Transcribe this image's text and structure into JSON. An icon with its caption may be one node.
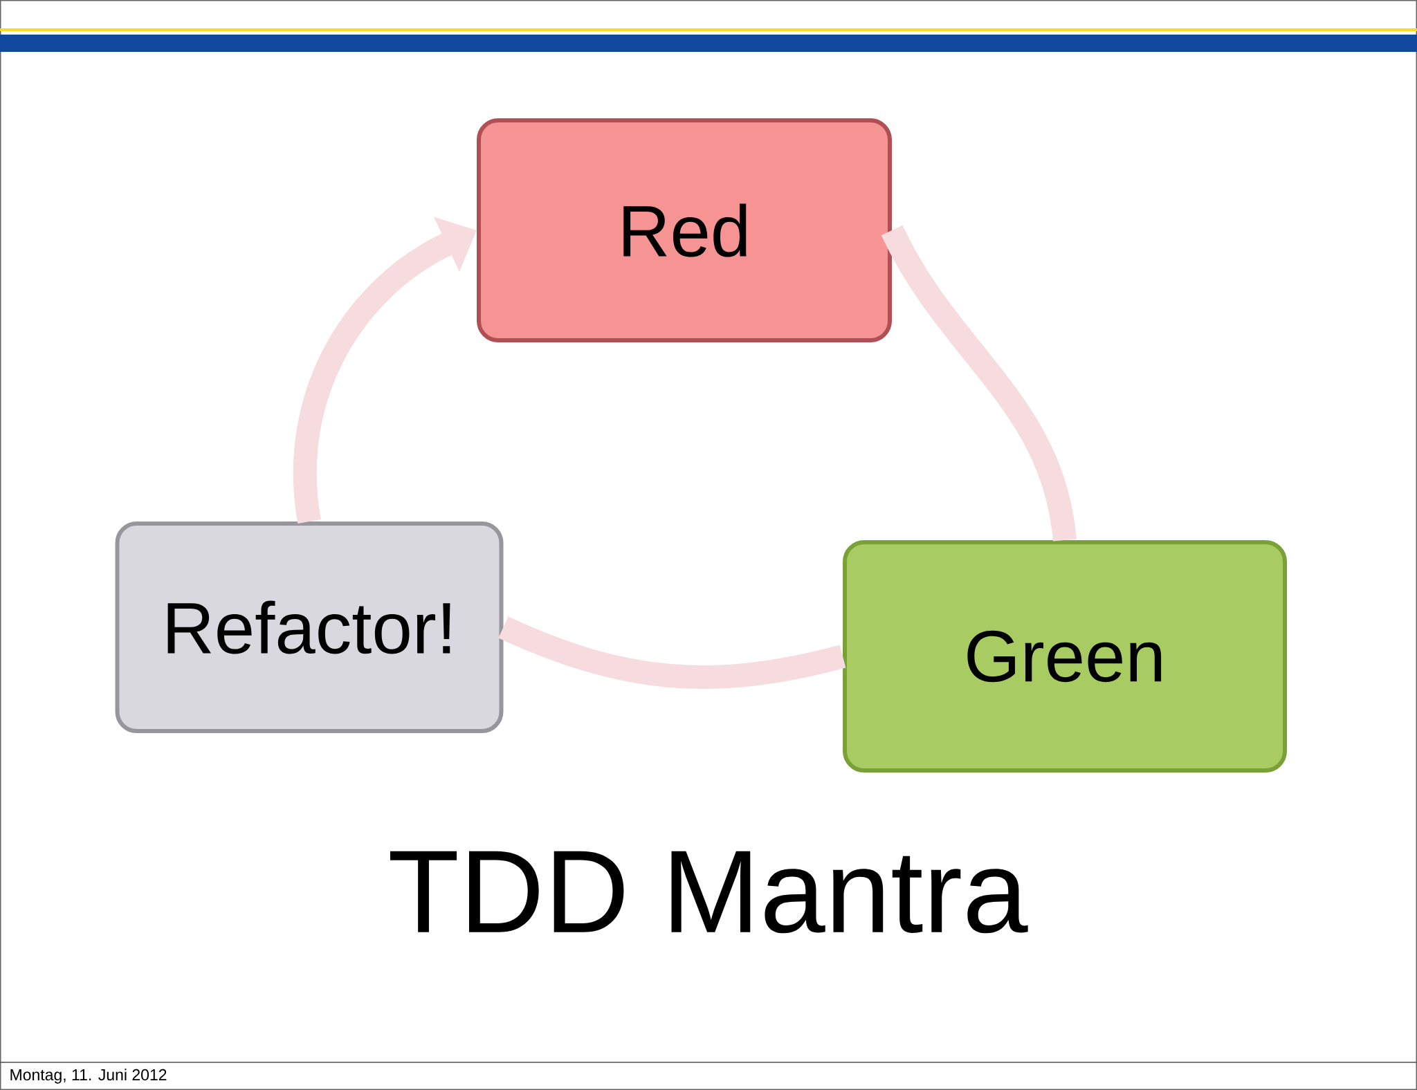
{
  "diagram": {
    "title": "TDD Mantra",
    "nodes": [
      {
        "text": [
          "Red"
        ]
      },
      {
        "text": [
          "Refactor!"
        ]
      },
      {
        "text": [
          "Green"
        ]
      }
    ],
    "edges": [
      {
        "from": 0,
        "to": 2,
        "arrow": "none"
      },
      {
        "from": 2,
        "to": 1,
        "arrow": "none"
      },
      {
        "from": 1,
        "to": 0,
        "arrow": "to"
      }
    ],
    "labels": [
      "Montag, 11. Juni 2012"
    ]
  }
}
